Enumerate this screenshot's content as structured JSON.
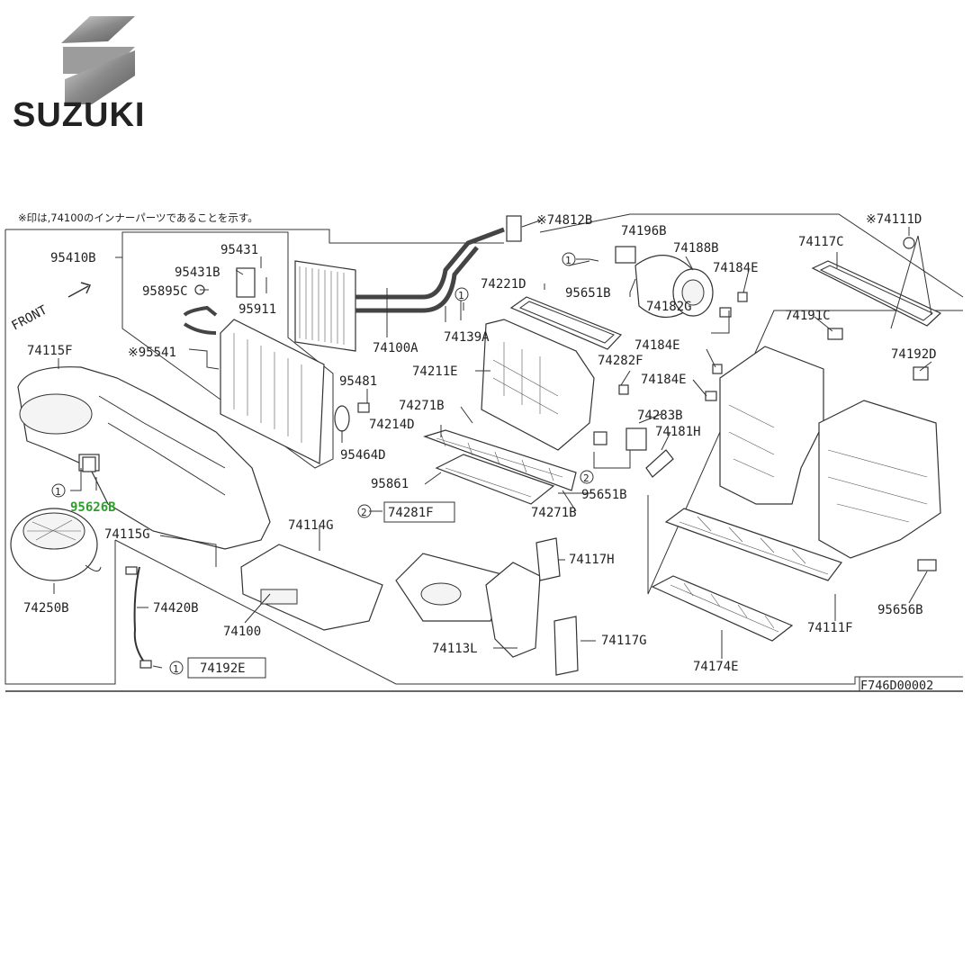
{
  "brand": {
    "name": "SUZUKI"
  },
  "diagram": {
    "note": "※印は,74100のインナーパーツであることを示す。",
    "figure_id": "F746D00002",
    "front_label": "FRONT",
    "highlight_color": "#2e9e2e",
    "labels": {
      "p95410B": "95410B",
      "p95431": "95431",
      "p95431B": "95431B",
      "p95895C": "95895C",
      "p95911": "95911",
      "p95541": "※95541",
      "p74812B": "※74812B",
      "p74196B": "74196B",
      "p74188B": "74188B",
      "p74111D": "※74111D",
      "p74117C": "74117C",
      "p74184E_1": "74184E",
      "p74184E_2": "74184E",
      "p74184E_3": "74184E",
      "p95651B_1": "95651B",
      "p95651B_2": "95651B",
      "p74221D": "74221D",
      "p74100A": "74100A",
      "p74139A": "74139A",
      "p74182G": "74182G",
      "p74191C": "74191C",
      "p74192D": "74192D",
      "p74115F": "74115F",
      "p74211E": "74211E",
      "p74282F": "74282F",
      "p95481": "95481",
      "p74271B_1": "74271B",
      "p74271B_2": "74271B",
      "p74214D": "74214D",
      "p74283B": "74283B",
      "p74181H": "74181H",
      "p95464D": "95464D",
      "p95861": "95861",
      "p95626B": "95626B",
      "p74281F": "74281F",
      "p74114G": "74114G",
      "p74115G": "74115G",
      "p74117H": "74117H",
      "p74250B": "74250B",
      "p74420B": "74420B",
      "p74100": "74100",
      "p74113L": "74113L",
      "p74117G": "74117G",
      "p74111F": "74111F",
      "p95656B": "95656B",
      "p74174E": "74174E",
      "p74192E": "74192E"
    },
    "markers": {
      "one": "1",
      "two": "2"
    }
  }
}
